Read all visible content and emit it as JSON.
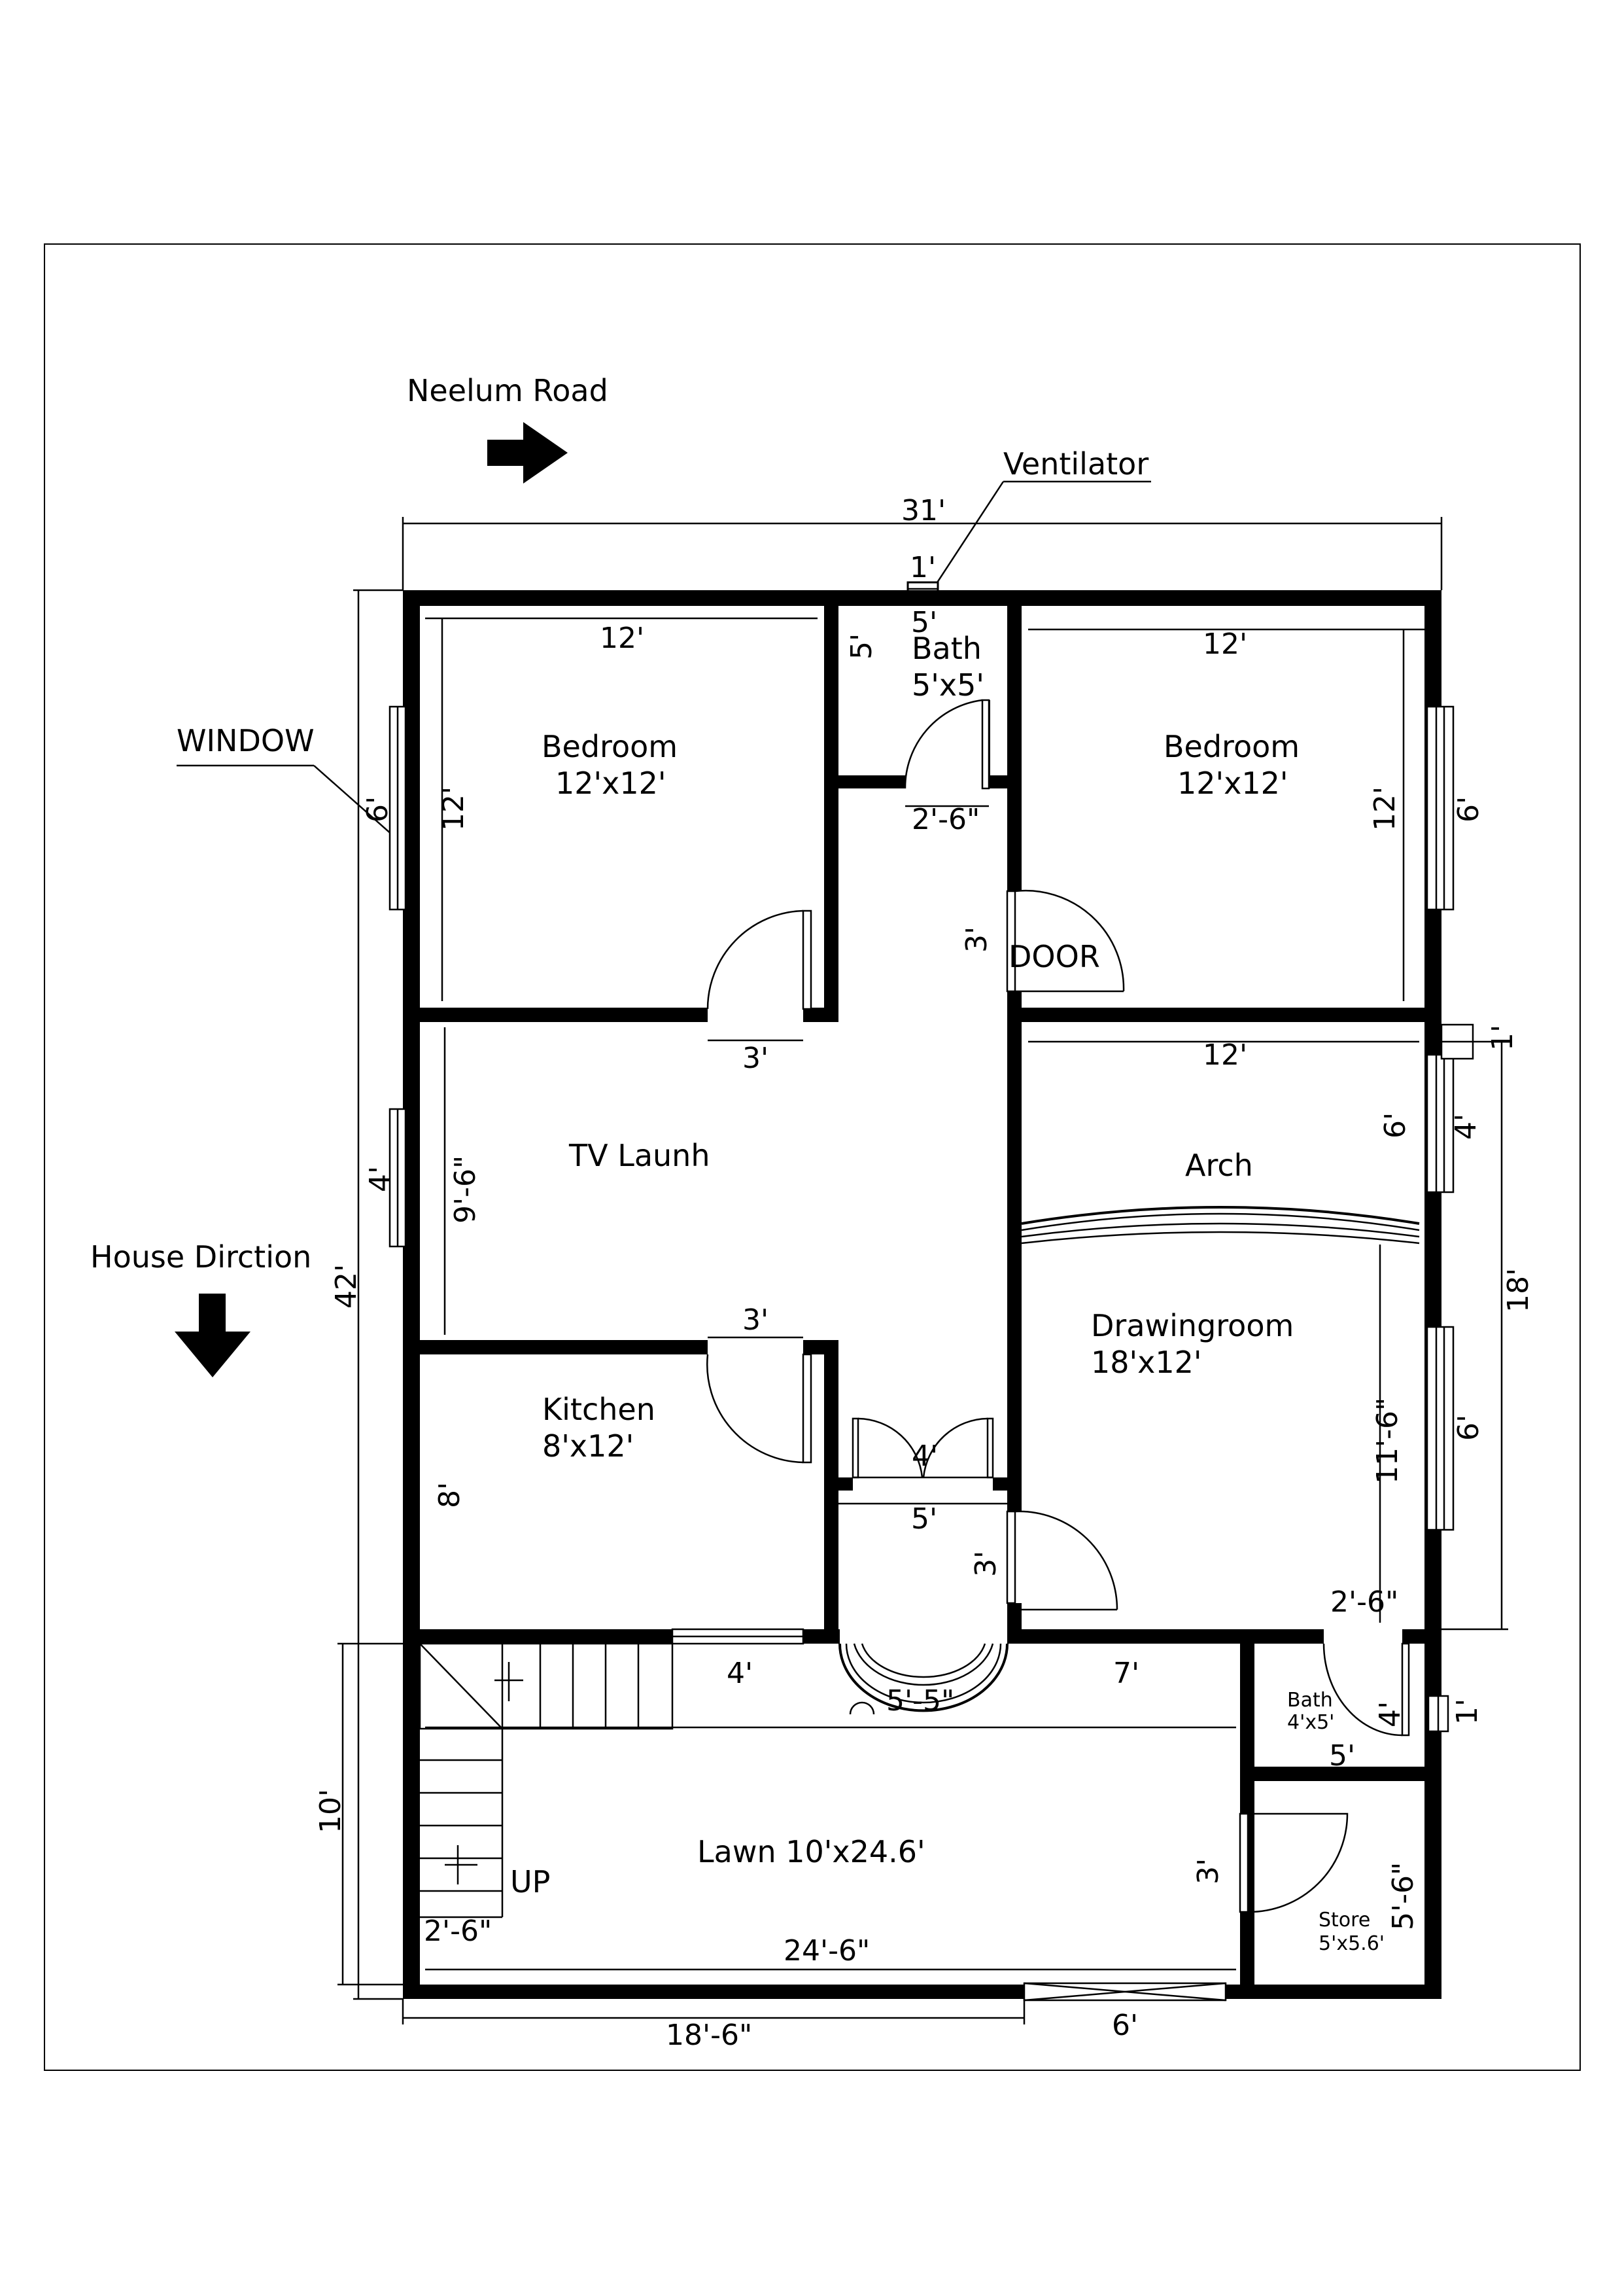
{
  "annotations": {
    "road": "Neelum Road",
    "house_direction": "House Dirction",
    "ventilator": "Ventilator",
    "window": "WINDOW",
    "door": "DOOR",
    "up": "UP",
    "road_arrow_icon": "arrow-right-icon",
    "direction_arrow_icon": "arrow-down-icon"
  },
  "rooms": {
    "bedroom_left": {
      "name": "Bedroom",
      "size": "12'x12'"
    },
    "bedroom_right": {
      "name": "Bedroom",
      "size": "12'x12'"
    },
    "bath_top": {
      "name": "Bath",
      "size": "5'x5'"
    },
    "tv_lounge": {
      "name": "TV Launh"
    },
    "arch": {
      "name": "Arch"
    },
    "drawing_room": {
      "name": "Drawingroom",
      "size": "18'x12'"
    },
    "kitchen": {
      "name": "Kitchen",
      "size": "8'x12'"
    },
    "lawn": {
      "name": "Lawn 10'x24.6'"
    },
    "bath_small": {
      "name": "Bath",
      "size": "4'x5'"
    },
    "store": {
      "name": "Store",
      "size": "5'x5.6'"
    }
  },
  "dimensions": {
    "total_width": "31'",
    "total_depth": "42'",
    "ventilator_width": "1'",
    "bath_width": "5'",
    "bath_depth": "5'",
    "bath_door": "2'-6\"",
    "bedroom_left_width": "12'",
    "bedroom_left_depth": "12'",
    "bedroom_left_window": "6'",
    "bedroom_left_door": "3'",
    "bedroom_right_width": "12'",
    "bedroom_right_depth": "12'",
    "bedroom_right_window": "6'",
    "bedroom_right_door": "3'",
    "tv_depth": "9'-6\"",
    "tv_window": "4'",
    "arch_width": "12'",
    "arch_depth": "6'",
    "arch_window": "4'",
    "arch_ledge": "1'",
    "drawing_depth": "11'-6\"",
    "drawing_window": "6'",
    "drawing_total": "18'",
    "drawing_door": "3'",
    "kitchen_door": "3'",
    "kitchen_depth": "8'",
    "passage_door": "4'",
    "passage_width": "5'",
    "stair_window": "4'",
    "entrance": "5'-5\"",
    "lawn_opening": "7'",
    "bath_small_door": "2'-6\"",
    "bath_small_depth": "4'",
    "bath_small_width": "5'",
    "bath_small_ledge": "1'",
    "store_door": "3'",
    "store_depth": "5'-6\"",
    "lawn_depth": "10'",
    "stair_width": "2'-6\"",
    "lawn_width": "24'-6\"",
    "front_wall": "18'-6\"",
    "gate": "6'"
  }
}
